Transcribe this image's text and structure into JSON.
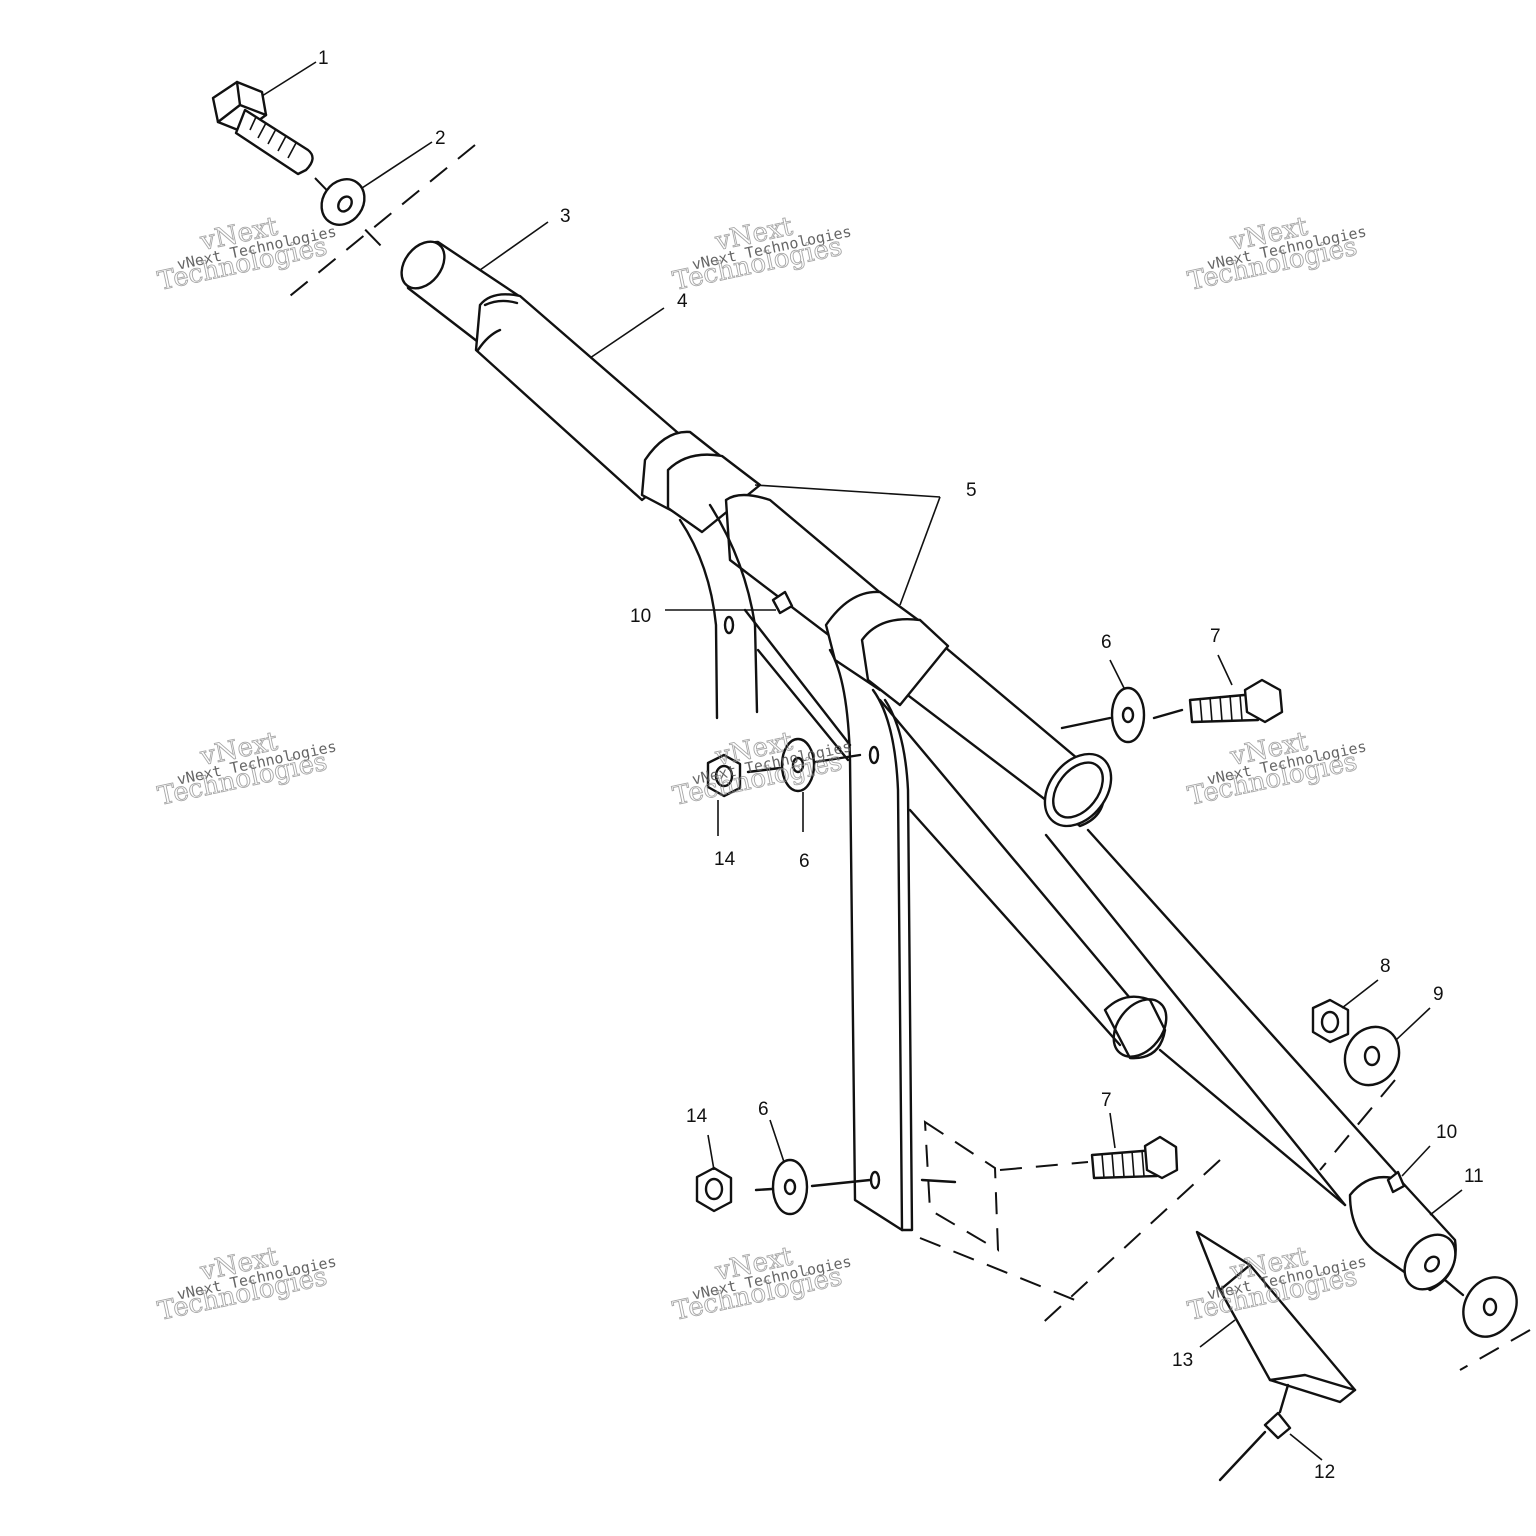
{
  "watermark": {
    "line_small": "vNext Technologies",
    "line_big_1": "vNext",
    "line_big_2": "Technologies"
  },
  "callouts": [
    {
      "id": "c1",
      "label": "1"
    },
    {
      "id": "c2",
      "label": "2"
    },
    {
      "id": "c3",
      "label": "3"
    },
    {
      "id": "c4",
      "label": "4"
    },
    {
      "id": "c5",
      "label": "5"
    },
    {
      "id": "c6a",
      "label": "6"
    },
    {
      "id": "c6b",
      "label": "6"
    },
    {
      "id": "c6c",
      "label": "6"
    },
    {
      "id": "c7a",
      "label": "7"
    },
    {
      "id": "c7b",
      "label": "7"
    },
    {
      "id": "c8",
      "label": "8"
    },
    {
      "id": "c9",
      "label": "9"
    },
    {
      "id": "c10a",
      "label": "10"
    },
    {
      "id": "c10b",
      "label": "10"
    },
    {
      "id": "c11",
      "label": "11"
    },
    {
      "id": "c12",
      "label": "12"
    },
    {
      "id": "c13",
      "label": "13"
    },
    {
      "id": "c14a",
      "label": "14"
    },
    {
      "id": "c14b",
      "label": "14"
    }
  ]
}
